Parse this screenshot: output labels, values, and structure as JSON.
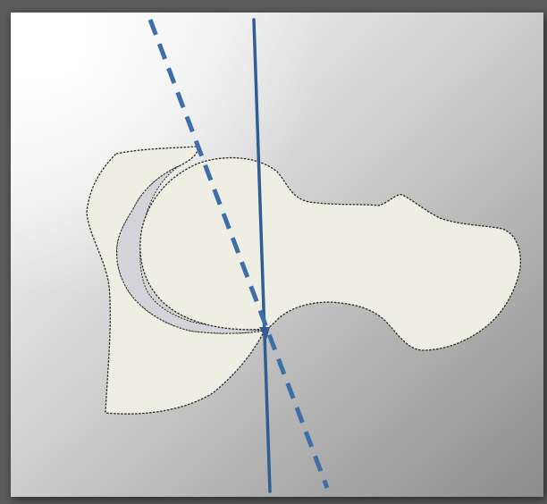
{
  "figure": {
    "subject": "hip-joint-acetabulum-femoral-head-diagram"
  },
  "colors": {
    "background_light": "#ffffff",
    "background_dark": "#8c8c8c",
    "frame_shadow": "#5a5a5a",
    "bone_fill": "#eeeee2",
    "bone_outline": "#2a2a2a",
    "cartilage_fill": "#d4d4d8",
    "axis_line": "#2f5d94",
    "dashed_axis_line": "#3c6ea8"
  },
  "elements": {
    "vertical_axis": "solid-line",
    "oblique_axis": "dashed-line"
  }
}
